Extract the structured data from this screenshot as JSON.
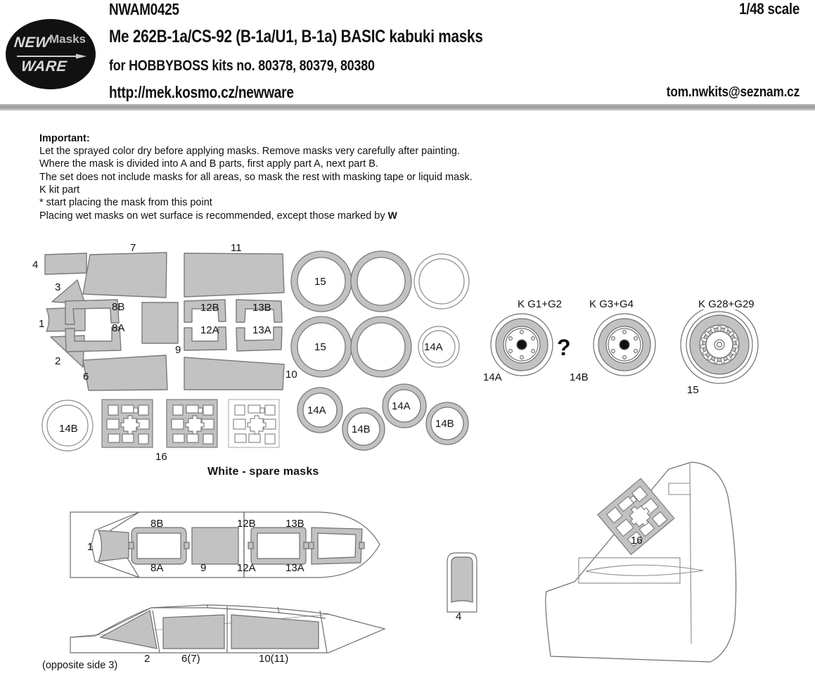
{
  "header": {
    "logo": {
      "new": "NEW",
      "masks": "Masks",
      "ware": "WARE",
      "arrow_icon": "right-arrow-icon"
    },
    "code": "NWAM0425",
    "scale": "1/48 scale",
    "title": "Me 262B-1a/CS-92 (B-1a/U1, B-1a) BASIC kabuki masks",
    "kits": "for HOBBYBOSS kits no. 80378, 80379, 80380",
    "url": "http://mek.kosmo.cz/newware",
    "email": "tom.nwkits@seznam.cz"
  },
  "important": {
    "title": "Important:",
    "lines": [
      "Let the sprayed color dry before applying masks. Remove masks very carefully after painting.",
      "Where the mask is divided into A and B parts, first apply part A, next part B.",
      "The set does not include masks for all areas, so mask the rest with masking tape or liquid mask.",
      "K  kit part",
      "*  start placing the mask from this point"
    ],
    "wet_line_prefix": "Placing wet masks on wet surface is recommended, except those marked by ",
    "wet_line_glyph": "W"
  },
  "masks_sheet": {
    "labels": {
      "p1": "1",
      "p2": "2",
      "p3": "3",
      "p4": "4",
      "p6": "6",
      "p7": "7",
      "p9": "9",
      "p10": "10",
      "p11": "11",
      "p16": "16",
      "p8a": "8A",
      "p8b": "8B",
      "p12a": "12A",
      "p12b": "12B",
      "p13a": "13A",
      "p13b": "13B",
      "r15_a": "15",
      "r15_b": "15",
      "r14a_small": "14A",
      "r14b_white": "14B",
      "r14a_1": "14A",
      "r14a_2": "14A",
      "r14b_1": "14B",
      "r14b_2": "14B"
    },
    "white_spare_note": "White - spare masks"
  },
  "wheels": {
    "items": [
      {
        "kit_prefix": "K",
        "parts": "G1+G2",
        "mask": "14A"
      },
      {
        "kit_prefix": "K",
        "parts": "G3+G4",
        "mask": "14B"
      },
      {
        "kit_prefix": "K",
        "parts": "G28+G29",
        "mask": "15"
      }
    ],
    "question_mark": "?"
  },
  "fuselage_top": {
    "labels": {
      "n1": "1",
      "n8b": "8B",
      "n8a": "8A",
      "n9": "9",
      "n12b": "12B",
      "n12a": "12A",
      "n13b": "13B",
      "n13a": "13A"
    }
  },
  "fuselage_side": {
    "labels": {
      "n2": "2",
      "n67": "6(7)",
      "n1011": "10(11)"
    },
    "opposite_note": "(opposite side 3)"
  },
  "small_part": {
    "label": "4"
  },
  "tail": {
    "label": "16"
  },
  "colors": {
    "mask_fill": "#c2c2c2",
    "mask_stroke": "#7a7a7a",
    "outline": "#6e6e6e",
    "rule": "#a3a3a3",
    "text": "#111111",
    "logo_bg": "#111111"
  }
}
